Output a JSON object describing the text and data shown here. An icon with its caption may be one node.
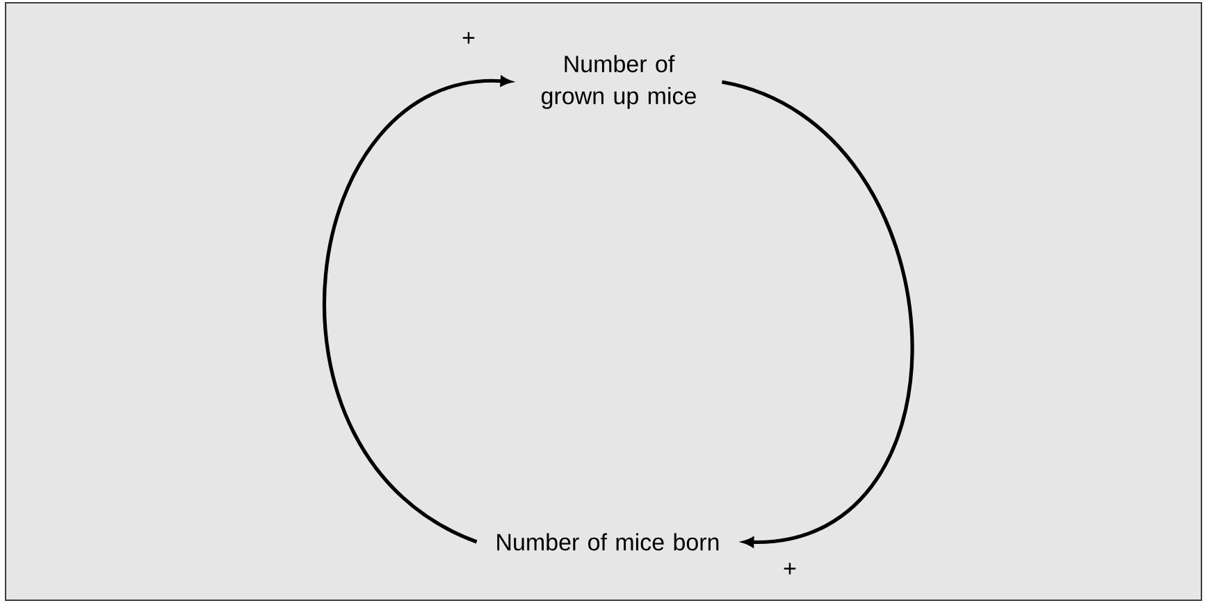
{
  "diagram": {
    "nodes": [
      {
        "text": [
          "Number of grown up mice"
        ]
      },
      {
        "text": [
          "Number of mice born"
        ]
      }
    ],
    "edges": [
      {
        "from": 0,
        "to": 1,
        "arrow": "to",
        "label": "+"
      },
      {
        "from": 1,
        "to": 0,
        "arrow": "to",
        "label": "+"
      }
    ]
  }
}
